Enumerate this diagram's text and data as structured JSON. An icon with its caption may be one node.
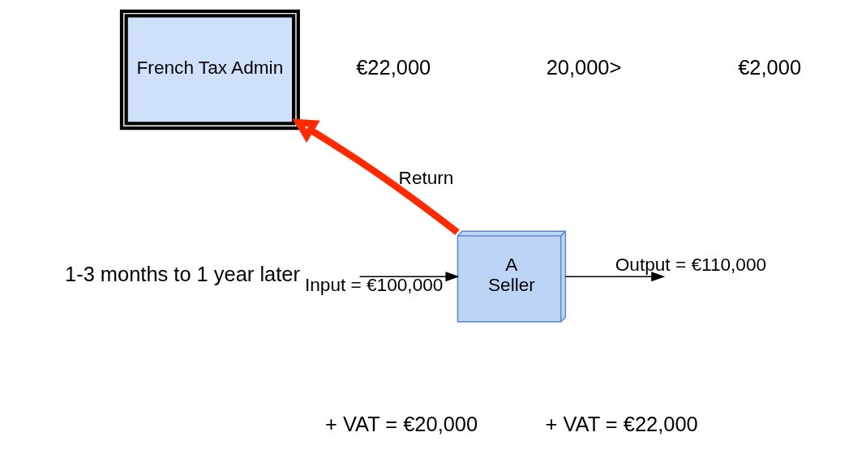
{
  "diagram": {
    "nodes": [
      {
        "text": [
          "French Tax Admin"
        ]
      },
      {
        "text": [
          "A",
          "Seller"
        ]
      }
    ],
    "edges": [
      {
        "from": 1,
        "to": 0,
        "arrow": "to",
        "label": "Return",
        "style": "thick",
        "color": "#ff2a00"
      },
      {
        "from": null,
        "to": 1,
        "arrow": "to",
        "label": "Input = €100,000"
      },
      {
        "from": 1,
        "to": null,
        "arrow": "to",
        "label": "Output = €110,000"
      }
    ],
    "labels": [
      "€22,000",
      "20,000>",
      "€2,000",
      "1-3 months to 1 year later",
      "+ VAT = €20,000",
      "+ VAT = €22,000"
    ]
  }
}
